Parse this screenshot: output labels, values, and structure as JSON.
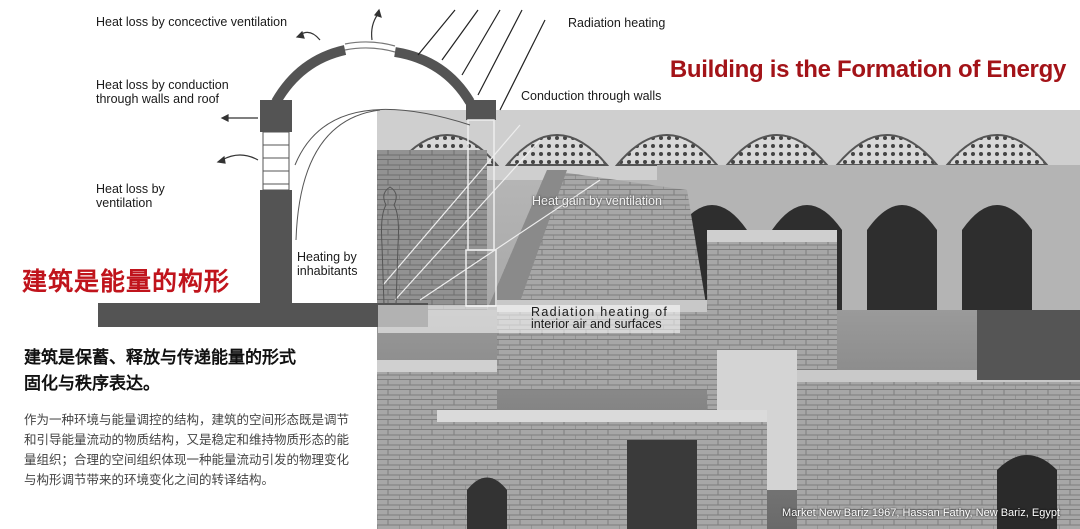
{
  "labels": {
    "convective": "Heat loss by concective ventilation",
    "conduction_line1": "Heat loss by conduction",
    "conduction_line2": "through walls and roof",
    "ventilation_line1": "Heat loss by",
    "ventilation_line2": "ventilation",
    "inhabitants_line1": "Heating by",
    "inhabitants_line2": "inhabitants",
    "radiation_heating": "Radiation heating",
    "conduction_walls": "Conduction through walls",
    "heat_gain": "Heat gain by ventilation",
    "radiation_interior_line1": "Radiation heating of",
    "radiation_interior_line2": "interior air and surfaces"
  },
  "title_en": "Building is the Formation of Energy",
  "title_cn": "建筑是能量的构形",
  "subtitle_line1": "建筑是保蓄、释放与传递能量的形式",
  "subtitle_line2": "固化与秩序表达。",
  "body_text": "作为一种环境与能量调控的结构，建筑的空间形态既是调节和引导能量流动的物质结构，又是稳定和维持物质形态的能量组织；合理的空间组织体现一种能量流动引发的物理变化与构形调节带来的环境变化之间的转译结构。",
  "caption": "Market New Bariz 1967, Hassan Fathy, New Bariz, Egypt",
  "colors": {
    "title_red": "#a31318",
    "cn_red": "#c0141c"
  }
}
